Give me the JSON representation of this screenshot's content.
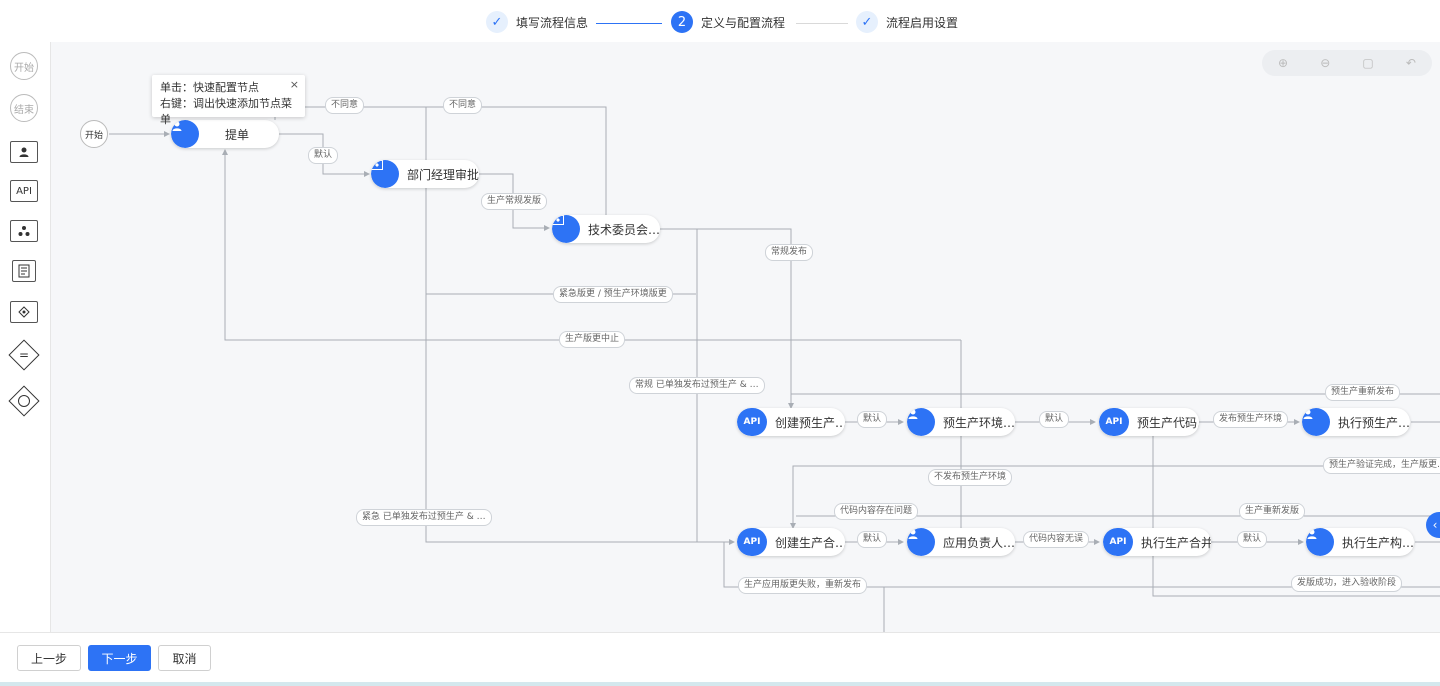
{
  "steps": [
    {
      "label": "填写流程信息",
      "state": "done",
      "icon": "check-icon"
    },
    {
      "label": "定义与配置流程",
      "state": "current",
      "number": "2"
    },
    {
      "label": "流程启用设置",
      "state": "done",
      "icon": "check-icon"
    }
  ],
  "palette": {
    "start": "开始",
    "end": "结束",
    "api": "API"
  },
  "tooltip": {
    "line1": "单击：快速配置节点",
    "line2": "右键：调出快速添加节点菜单",
    "close": "×"
  },
  "nodes": {
    "start": "开始",
    "submit": "提单",
    "dept_approval": "部门经理审批",
    "tech_committee": "技术委员会…",
    "create_preprod": "创建预生产…",
    "preprod_env": "预生产环境…",
    "preprod_code": "预生产代码…",
    "exec_preprod": "执行预生产…",
    "create_prod": "创建生产合…",
    "app_owner": "应用负责人…",
    "exec_prod_merge": "执行生产合并",
    "exec_prod_build": "执行生产构…",
    "api_badge": "API"
  },
  "edge_labels": {
    "disagree1": "不同意",
    "disagree2": "不同意",
    "default1": "默认",
    "prod_regular": "生产常规发版",
    "regular_release": "常规发布",
    "urgent_change": "紧急版更 / 预生产环境版更",
    "prod_change_stop": "生产版更中止",
    "regular_published": "常规 已单独发布过预生产 & …",
    "preprod_rerelease": "预生产重新发布",
    "default2": "默认",
    "default3": "默认",
    "publish_preprod_env": "发布预生产环境",
    "preprod_verified": "预生产验证完成，生产版更…",
    "no_publish_preprod": "不发布预生产环境",
    "code_issue": "代码内容存在问题",
    "prod_rerelease": "生产重新发版",
    "urgent_published": "紧急 已单独发布过预生产 & …",
    "default4": "默认",
    "code_confirmed": "代码内容无误",
    "default5": "默认",
    "prod_change_fail": "生产应用版更失败，重新发布",
    "release_success": "发版成功，进入验收阶段"
  },
  "footer": {
    "prev": "上一步",
    "next": "下一步",
    "cancel": "取消"
  },
  "colors": {
    "accent": "#2d73f5",
    "canvas_bg": "#f6f7f9",
    "edge": "#a9aeb5"
  }
}
